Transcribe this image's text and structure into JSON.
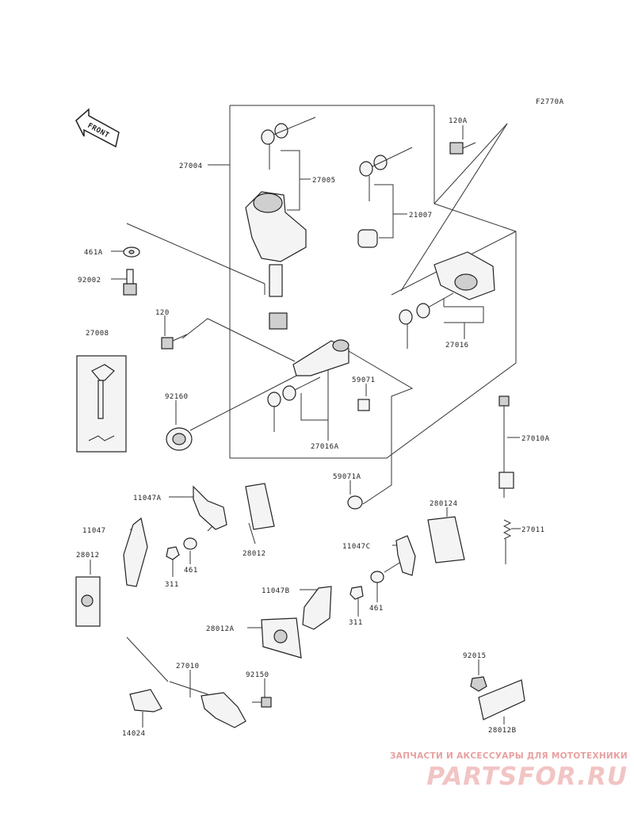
{
  "figure_code": "F2770A",
  "front_label": "FRONT",
  "labels": {
    "p27004": "27004",
    "p27005": "27005",
    "p21007": "21007",
    "p120A": "120A",
    "p461A": "461A",
    "p92002": "92002",
    "p120": "120",
    "p27008": "27008",
    "p27016": "27016",
    "p59071": "59071",
    "p92160": "92160",
    "p27016A": "27016A",
    "p27010A": "27010A",
    "p59071A": "59071A",
    "p11047A": "11047A",
    "p28012a": "28012",
    "p11047": "11047",
    "p461a": "461",
    "p311a": "311",
    "p28012b": "28012",
    "p280124": "280124",
    "p11047C": "11047C",
    "p27011": "27011",
    "p11047B": "11047B",
    "p311b": "311",
    "p461b": "461",
    "p28012A": "28012A",
    "p27010": "27010",
    "p92150": "92150",
    "p92015": "92015",
    "p14024": "14024",
    "p28012B": "28012B"
  },
  "watermark": {
    "tagline": "ЗАПЧАСТИ И АКСЕССУАРЫ ДЛЯ МОТОТЕХНИКИ",
    "logo": "PARTSFOR.RU",
    "color": "#e8a0a0"
  },
  "colors": {
    "ink": "#222222",
    "background": "#ffffff"
  }
}
